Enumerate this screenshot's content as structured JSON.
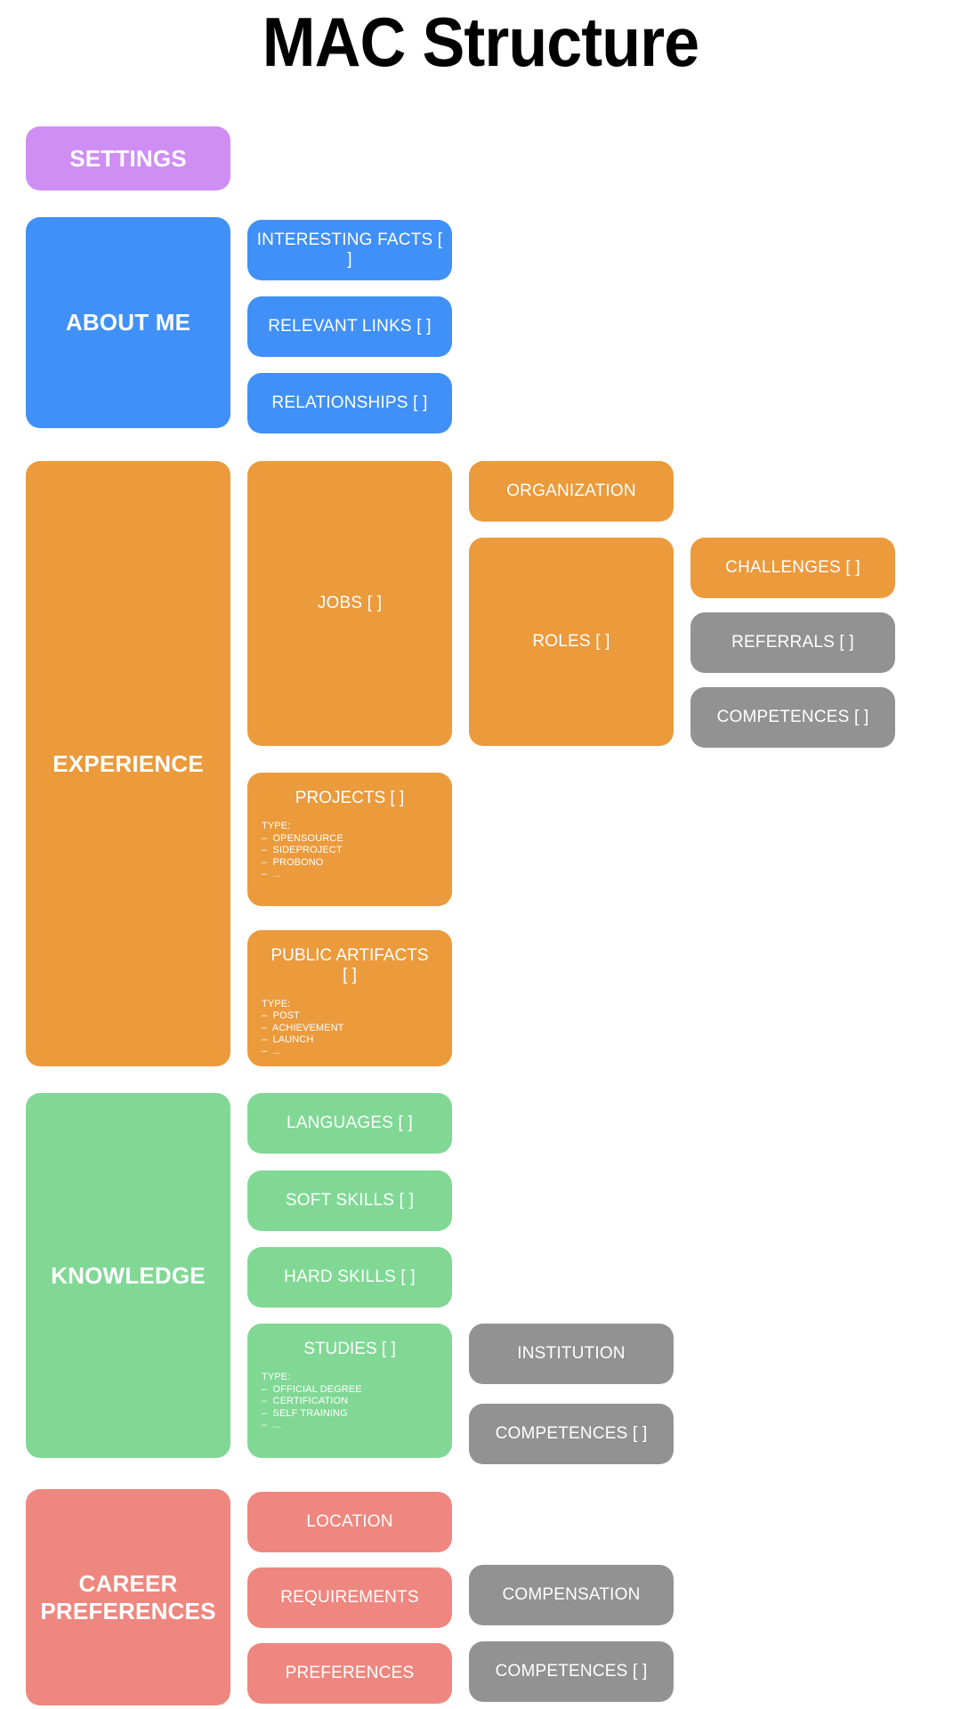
{
  "page": {
    "title": "MAC Structure",
    "background": "#ffffff"
  },
  "colors": {
    "purple": "#cf8ef4",
    "blue": "#4090f7",
    "orange": "#eb9a3c",
    "green": "#80d894",
    "salmon": "#ee877f",
    "gray": "#929292",
    "text": "#ffffff",
    "title": "#000000"
  },
  "settings": {
    "label": "SETTINGS"
  },
  "about_me": {
    "label": "ABOUT ME",
    "children": [
      {
        "label": "INTERESTING FACTS [ ]"
      },
      {
        "label": "RELEVANT LINKS [ ]"
      },
      {
        "label": "RELATIONSHIPS [ ]"
      }
    ]
  },
  "experience": {
    "label": "EXPERIENCE",
    "jobs": {
      "label": "JOBS [ ]"
    },
    "organization": {
      "label": "ORGANIZATION"
    },
    "roles": {
      "label": "ROLES [ ]"
    },
    "challenges": {
      "label": "CHALLENGES [ ]"
    },
    "referrals": {
      "label": "REFERRALS [ ]"
    },
    "competences": {
      "label": "COMPETENCES [ ]"
    },
    "projects": {
      "label": "PROJECTS [ ]",
      "type_header": "TYPE:",
      "types": [
        "–  OPENSOURCE",
        "–  SIDEPROJECT",
        "–  PROBONO",
        "–  ..."
      ]
    },
    "public_artifacts": {
      "label": "PUBLIC ARTIFACTS [ ]",
      "type_header": "TYPE:",
      "types": [
        "–  POST",
        "–  ACHIEVEMENT",
        "–  LAUNCH",
        "–  ..."
      ]
    }
  },
  "knowledge": {
    "label": "KNOWLEDGE",
    "languages": {
      "label": "LANGUAGES [ ]"
    },
    "soft_skills": {
      "label": "SOFT SKILLS [ ]"
    },
    "hard_skills": {
      "label": "HARD SKILLS [ ]"
    },
    "studies": {
      "label": "STUDIES [ ]",
      "type_header": "TYPE:",
      "types": [
        "–  OFFICIAL DEGREE",
        "–  CERTIFICATION",
        "–  SELF TRAINING",
        "–  ..."
      ]
    },
    "institution": {
      "label": "INSTITUTION"
    },
    "competences": {
      "label": "COMPETENCES [ ]"
    }
  },
  "career_preferences": {
    "label": "CAREER PREFERENCES",
    "location": {
      "label": "LOCATION"
    },
    "requirements": {
      "label": "REQUIREMENTS"
    },
    "preferences": {
      "label": "PREFERENCES"
    },
    "compensation": {
      "label": "COMPENSATION"
    },
    "competences": {
      "label": "COMPETENCES [ ]"
    }
  }
}
